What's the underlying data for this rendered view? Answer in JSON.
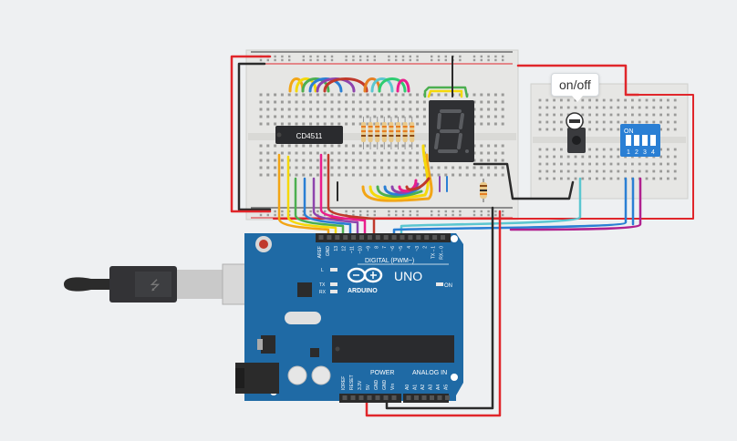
{
  "tooltip": {
    "text": "on/off"
  },
  "ic": {
    "label": "CD4511"
  },
  "dip_switch": {
    "on_label": "ON",
    "numbers": [
      "1",
      "2",
      "3",
      "4"
    ]
  },
  "arduino": {
    "logo_uno": "UNO",
    "logo_brand": "ARDUINO",
    "digital_label": "DIGITAL (PWM~)",
    "power_label": "POWER",
    "analog_label": "ANALOG IN",
    "on_led_label": "ON",
    "l_label": "L",
    "tx_label": "TX",
    "rx_label": "RX",
    "digital_pins": [
      "AREF",
      "GND",
      "13",
      "12",
      "~11",
      "~10",
      "~9",
      "8",
      "7",
      "~6",
      "~5",
      "4",
      "~3",
      "2",
      "TX→1",
      "RX←0"
    ],
    "power_pins": [
      "IOREF",
      "RESET",
      "3.3V",
      "5V",
      "GND",
      "GND",
      "Vin"
    ],
    "analog_pins": [
      "A0",
      "A1",
      "A2",
      "A3",
      "A4",
      "A5"
    ]
  },
  "colors": {
    "board_blue": "#1f6aa5",
    "breadboard": "#e8e8e6",
    "wire_red": "#e0262b",
    "wire_black": "#2b2b2b",
    "wire_cyan": "#5bc6d0",
    "wire_blue": "#2a7fd4",
    "wire_magenta": "#b0218f",
    "display": "#2f3033"
  }
}
